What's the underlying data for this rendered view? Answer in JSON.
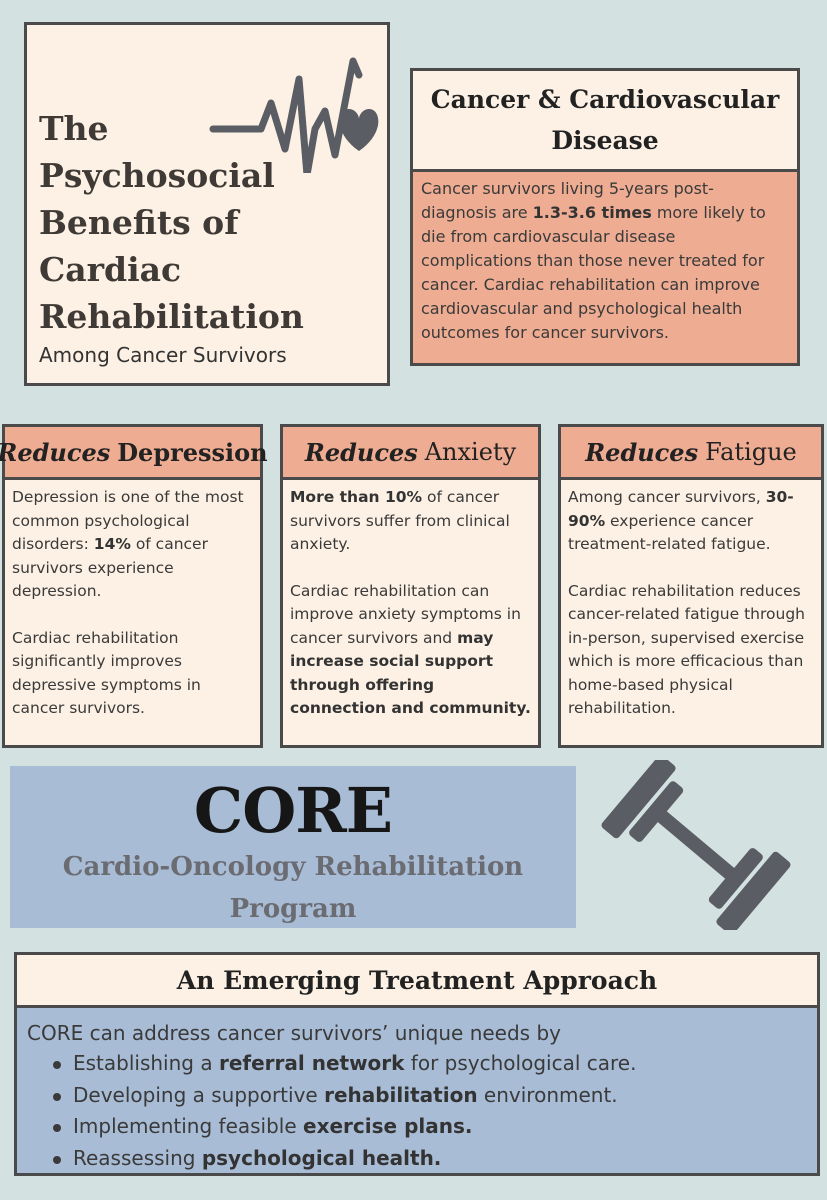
{
  "title_box": {
    "title": "The Psychosocial Benefits of Cardiac Rehabilitation",
    "subtitle": "Among Cancer Survivors"
  },
  "cvd": {
    "title": "Cancer & Cardiovascular Disease",
    "text_before": "Cancer survivors living 5-years post-diagnosis are ",
    "text_bold": "1.3-3.6 times",
    "text_after": " more likely to die from cardiovascular disease complications than those never treated for cancer. Cardiac rehabilitation can improve cardiovascular and psychological health outcomes for cancer survivors."
  },
  "depression": {
    "head_em": "Reduces",
    "head_rest": "Depression",
    "p1_before": "Depression is one of the most common psychological disorders: ",
    "p1_bold": "14%",
    "p1_after": " of cancer survivors experience depression.",
    "p2": "Cardiac rehabilitation significantly improves depressive symptoms in cancer survivors."
  },
  "anxiety": {
    "head_em": "Reduces",
    "head_rest": "Anxiety",
    "p1_bold": "More than 10%",
    "p1_after": " of cancer survivors suffer from clinical anxiety.",
    "p2_before": "Cardiac rehabilitation can improve anxiety symptoms in cancer survivors and ",
    "p2_bold": "may increase social support through offering connection and community."
  },
  "fatigue": {
    "head_em": "Reduces",
    "head_rest": "Fatigue",
    "p1_before": "Among cancer survivors, ",
    "p1_bold": "30-90%",
    "p1_after": " experience cancer treatment-related fatigue.",
    "p2": "Cardiac rehabilitation reduces cancer-related fatigue through in-person, supervised exercise which is more efficacious than home-based physical rehabilitation."
  },
  "core": {
    "title": "CORE",
    "subtitle": "Cardio-Oncology Rehabilitation Program"
  },
  "emerging": {
    "title": "An Emerging Treatment Approach",
    "intro": "CORE can address cancer survivors’ unique needs by",
    "items": [
      {
        "before": "Establishing a ",
        "bold": "referral network",
        "after": " for psychological care."
      },
      {
        "before": "Developing a supportive ",
        "bold": "rehabilitation",
        "after": " environment."
      },
      {
        "before": "Implementing feasible ",
        "bold": "exercise plans.",
        "after": ""
      },
      {
        "before": "Reassessing ",
        "bold": "psychological health.",
        "after": ""
      }
    ]
  },
  "icons": [
    "heartbeat-icon",
    "dumbbell-icon"
  ],
  "colors": {
    "background": "#d3e1e1",
    "cream": "#fcf1e4",
    "salmon": "#eeac92",
    "blue": "#a9bcd6",
    "icon": "#5a5d63"
  }
}
